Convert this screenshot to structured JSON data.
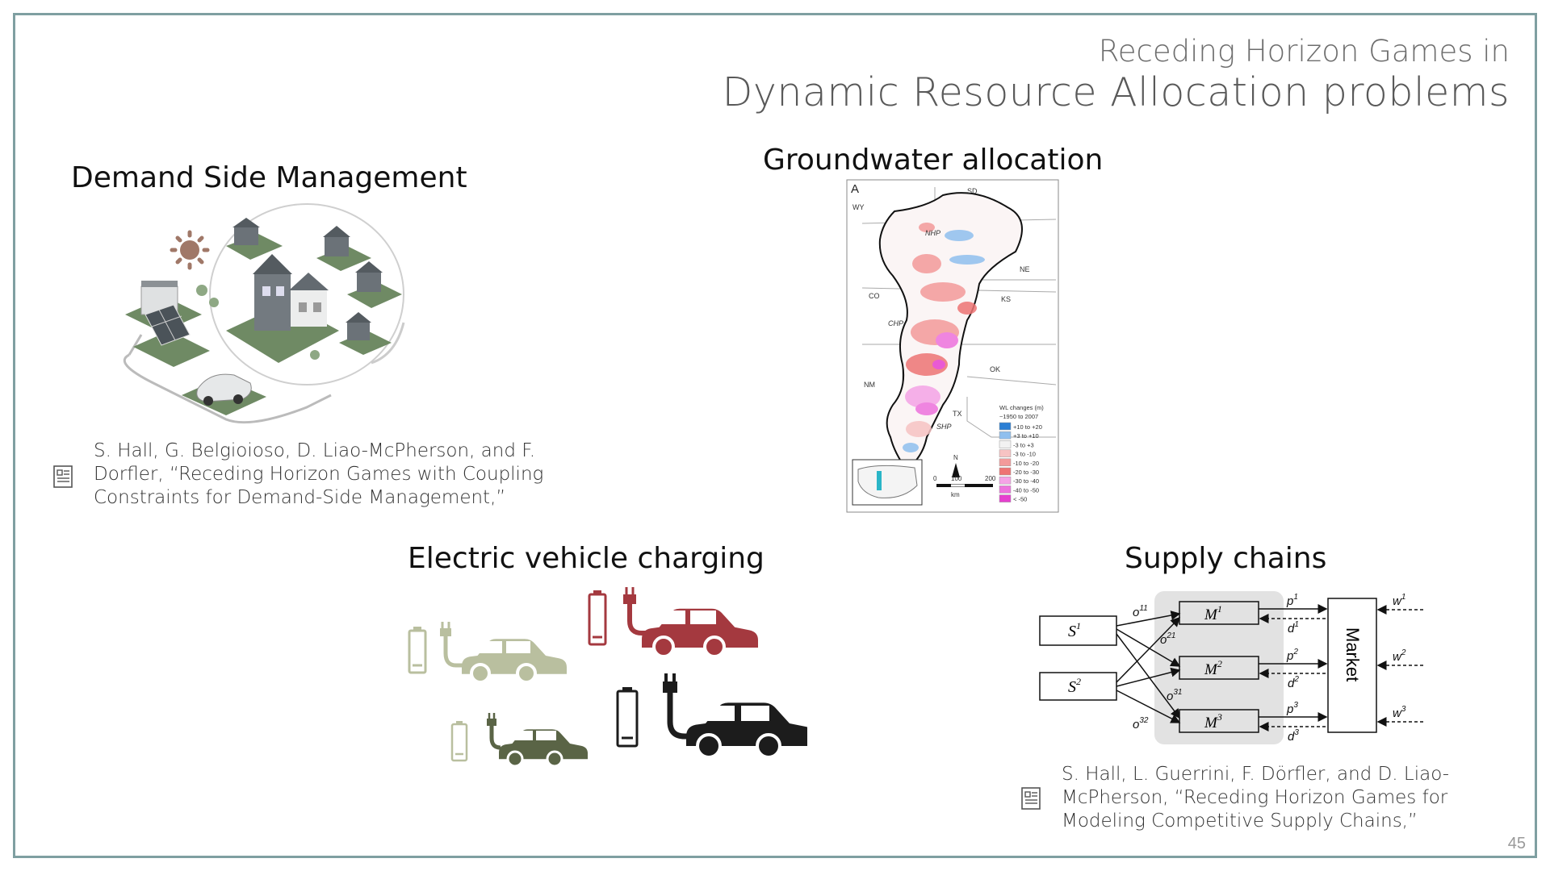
{
  "slide": {
    "subtitle": "Receding Horizon Games in",
    "title": "Dynamic Resource Allocation problems",
    "page_number": "45"
  },
  "sections": {
    "dsm": {
      "heading": "Demand Side Management",
      "reference": [
        "S. Hall, G. Belgioioso, D. Liao-McPherson, and F.",
        "Dorfler, “Receding Horizon Games with Coupling",
        "Constraints for Demand-Side Management,”"
      ],
      "icon": "document-icon"
    },
    "groundwater": {
      "heading": "Groundwater allocation",
      "map": {
        "panel_label": "A",
        "states": [
          "SD",
          "WY",
          "NE",
          "KS",
          "CO",
          "OK",
          "NM",
          "TX"
        ],
        "regions": [
          "NHP",
          "CHP",
          "SHP"
        ],
        "legend_title": "WL changes (m)",
        "legend_subtitle": "~1950 to 2007",
        "legend_items": [
          {
            "label": "+10 to +20",
            "color": "#2b7fd4"
          },
          {
            "label": "+3 to +10",
            "color": "#8fbfee"
          },
          {
            "label": "-3 to +3",
            "color": "#f2f2f2"
          },
          {
            "label": "-3 to -10",
            "color": "#f7c3c3"
          },
          {
            "label": "-10 to -20",
            "color": "#f39a9a"
          },
          {
            "label": "-20 to -30",
            "color": "#ee7474"
          },
          {
            "label": "-30 to -40",
            "color": "#f5a3e6"
          },
          {
            "label": "-40 to -50",
            "color": "#ee72dd"
          },
          {
            "label": "< -50",
            "color": "#e63fcf"
          }
        ],
        "scale": {
          "zero": "0",
          "mid": "100",
          "max": "200",
          "unit": "km",
          "north": "N"
        }
      }
    },
    "ev": {
      "heading": "Electric vehicle charging",
      "colors": [
        "#b9bf9f",
        "#a4393f",
        "#5a6446",
        "#1c1c1c"
      ]
    },
    "supply": {
      "heading": "Supply chains",
      "suppliers": [
        "S",
        "S"
      ],
      "supplier_sups": [
        "1",
        "2"
      ],
      "manufacturers": [
        "M",
        "M",
        "M"
      ],
      "manufacturer_sups": [
        "1",
        "2",
        "3"
      ],
      "market_label": "Market",
      "edge_labels": [
        {
          "base": "o",
          "sup": "11"
        },
        {
          "base": "o",
          "sup": "21"
        },
        {
          "base": "o",
          "sup": "31"
        },
        {
          "base": "o",
          "sup": "32"
        }
      ],
      "p_labels": [
        {
          "base": "p",
          "sup": "1"
        },
        {
          "base": "p",
          "sup": "2"
        },
        {
          "base": "p",
          "sup": "3"
        }
      ],
      "d_labels": [
        {
          "base": "d",
          "sup": "1"
        },
        {
          "base": "d",
          "sup": "2"
        },
        {
          "base": "d",
          "sup": "3"
        }
      ],
      "w_labels": [
        {
          "base": "w",
          "sup": "1"
        },
        {
          "base": "w",
          "sup": "2"
        },
        {
          "base": "w",
          "sup": "3"
        }
      ],
      "reference": [
        "S. Hall, L. Guerrini, F. Dörfler, and D. Liao-",
        "McPherson, “Receding Horizon Games for",
        "Modeling Competitive Supply Chains,”"
      ],
      "icon": "document-icon"
    }
  }
}
